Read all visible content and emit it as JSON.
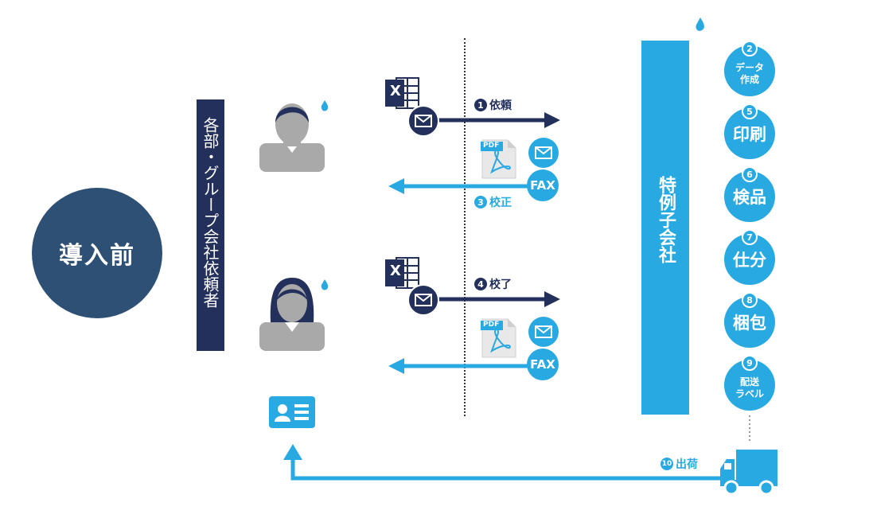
{
  "diagram": {
    "main_circle": "導入前",
    "requester_label": "各部・グループ会社依頼者",
    "subsidiary_label": "特例子会社",
    "flow": [
      {
        "num": "1",
        "label": "依頼"
      },
      {
        "num": "3",
        "label": "校正"
      },
      {
        "num": "4",
        "label": "校了"
      },
      {
        "num": "10",
        "label": "出荷"
      }
    ],
    "steps": [
      {
        "num": "2",
        "label": "データ\n作成"
      },
      {
        "num": "5",
        "label": "印刷"
      },
      {
        "num": "6",
        "label": "検品"
      },
      {
        "num": "7",
        "label": "仕分"
      },
      {
        "num": "8",
        "label": "梱包"
      },
      {
        "num": "9",
        "label": "配送\nラベル"
      }
    ],
    "fax": "FAX",
    "pdf": "PDF",
    "excel": "X"
  },
  "colors": {
    "navy": "#23305b",
    "blue": "#29a9e1",
    "circle": "#2f5075",
    "gray": "#a9a9a9"
  },
  "icons": [
    "person-male-icon",
    "person-female-icon",
    "sweat-drop-icon",
    "excel-icon",
    "mail-icon",
    "pdf-icon",
    "fax-icon",
    "id-card-icon",
    "truck-icon"
  ]
}
